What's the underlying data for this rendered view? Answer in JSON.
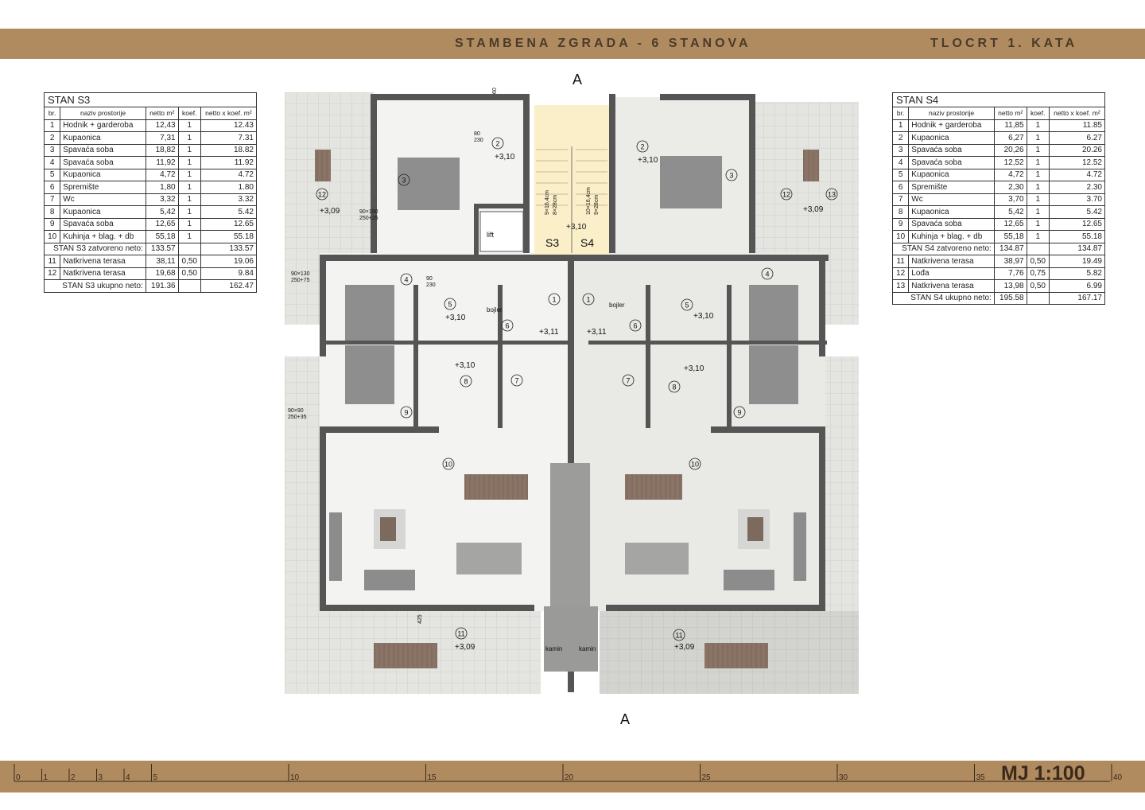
{
  "header": {
    "project_title": "STAMBENA ZGRADA - 6 STANOVA",
    "sheet_title": "TLOCRT 1. KATA"
  },
  "colors": {
    "band": "#b08b60",
    "wall": "#555555",
    "stair_fill": "#fbefc9",
    "terrace_fill": "#dededb",
    "floor_fill": "#f2f2f0"
  },
  "table_headers": {
    "no": "br.",
    "name": "naziv prostorije",
    "net": "netto m²",
    "coef": "koef.",
    "net_coef": "netto x koef. m²"
  },
  "stan_s3": {
    "caption": "STAN S3",
    "rooms": [
      {
        "no": "1",
        "name": "Hodnik + garderoba",
        "net": "12,43",
        "coef": "1",
        "net_coef": "12.43"
      },
      {
        "no": "2",
        "name": "Kupaonica",
        "net": "7,31",
        "coef": "1",
        "net_coef": "7.31"
      },
      {
        "no": "3",
        "name": "Spavaća soba",
        "net": "18,82",
        "coef": "1",
        "net_coef": "18.82"
      },
      {
        "no": "4",
        "name": "Spavaća soba",
        "net": "11,92",
        "coef": "1",
        "net_coef": "11.92"
      },
      {
        "no": "5",
        "name": "Kupaonica",
        "net": "4,72",
        "coef": "1",
        "net_coef": "4.72"
      },
      {
        "no": "6",
        "name": "Spremište",
        "net": "1,80",
        "coef": "1",
        "net_coef": "1.80"
      },
      {
        "no": "7",
        "name": "Wc",
        "net": "3,32",
        "coef": "1",
        "net_coef": "3.32"
      },
      {
        "no": "8",
        "name": "Kupaonica",
        "net": "5,42",
        "coef": "1",
        "net_coef": "5.42"
      },
      {
        "no": "9",
        "name": "Spavaća soba",
        "net": "12,65",
        "coef": "1",
        "net_coef": "12.65"
      },
      {
        "no": "10",
        "name": "Kuhinja + blag. + db",
        "net": "55,18",
        "coef": "1",
        "net_coef": "55.18"
      }
    ],
    "closed_label": "STAN S3 zatvoreno neto:",
    "closed_net": "133.57",
    "closed_net_coef": "133.57",
    "terraces": [
      {
        "no": "11",
        "name": "Natkrivena terasa",
        "net": "38,11",
        "coef": "0,50",
        "net_coef": "19.06"
      },
      {
        "no": "12",
        "name": "Natkrivena terasa",
        "net": "19,68",
        "coef": "0,50",
        "net_coef": "9.84"
      }
    ],
    "total_label": "STAN S3 ukupno neto:",
    "total_net": "191.36",
    "total_net_coef": "162.47"
  },
  "stan_s4": {
    "caption": "STAN S4",
    "rooms": [
      {
        "no": "1",
        "name": "Hodnik + garderoba",
        "net": "11,85",
        "coef": "1",
        "net_coef": "11.85"
      },
      {
        "no": "2",
        "name": "Kupaonica",
        "net": "6,27",
        "coef": "1",
        "net_coef": "6.27"
      },
      {
        "no": "3",
        "name": "Spavaća soba",
        "net": "20,26",
        "coef": "1",
        "net_coef": "20.26"
      },
      {
        "no": "4",
        "name": "Spavaća soba",
        "net": "12,52",
        "coef": "1",
        "net_coef": "12.52"
      },
      {
        "no": "5",
        "name": "Kupaonica",
        "net": "4,72",
        "coef": "1",
        "net_coef": "4.72"
      },
      {
        "no": "6",
        "name": "Spremište",
        "net": "2,30",
        "coef": "1",
        "net_coef": "2.30"
      },
      {
        "no": "7",
        "name": "Wc",
        "net": "3,70",
        "coef": "1",
        "net_coef": "3.70"
      },
      {
        "no": "8",
        "name": "Kupaonica",
        "net": "5,42",
        "coef": "1",
        "net_coef": "5.42"
      },
      {
        "no": "9",
        "name": "Spavaća soba",
        "net": "12,65",
        "coef": "1",
        "net_coef": "12.65"
      },
      {
        "no": "10",
        "name": "Kuhinja + blag. + db",
        "net": "55,18",
        "coef": "1",
        "net_coef": "55.18"
      }
    ],
    "closed_label": "STAN S4 zatvoreno neto:",
    "closed_net": "134.87",
    "closed_net_coef": "134.87",
    "terraces": [
      {
        "no": "11",
        "name": "Natkrivena terasa",
        "net": "38,97",
        "coef": "0,50",
        "net_coef": "19.49"
      },
      {
        "no": "12",
        "name": "Lođa",
        "net": "7,76",
        "coef": "0,75",
        "net_coef": "5.82"
      },
      {
        "no": "13",
        "name": "Natkrivena terasa",
        "net": "13,98",
        "coef": "0,50",
        "net_coef": "6.99"
      }
    ],
    "total_label": "STAN S4 ukupno neto:",
    "total_net": "195.58",
    "total_net_coef": "167.17"
  },
  "plan": {
    "section_mark": "A",
    "unit_s3": "S3",
    "unit_s4": "S4",
    "lift_label": "lift",
    "boiler_label": "bojler",
    "fireplace_label": "kamin",
    "stair_left": [
      "9×16,4cm",
      "8×28cm"
    ],
    "stair_right": [
      "10×16,4cm",
      "9×28cm"
    ],
    "elevations": {
      "stair": "+3,10",
      "hall": "+3,11",
      "bath": "+3,10",
      "terrace": "+3,09"
    },
    "door_dims": [
      "80",
      "230",
      "90",
      "230"
    ],
    "window_dims": [
      "90×130",
      "250+75",
      "90×150",
      "250+25",
      "90×90",
      "250+35",
      "425",
      "60"
    ]
  },
  "scale": {
    "label": "MJ 1:100",
    "ticks": [
      "0",
      "1",
      "2",
      "3",
      "4",
      "5",
      "10",
      "15",
      "20",
      "25",
      "30",
      "35",
      "40"
    ]
  }
}
